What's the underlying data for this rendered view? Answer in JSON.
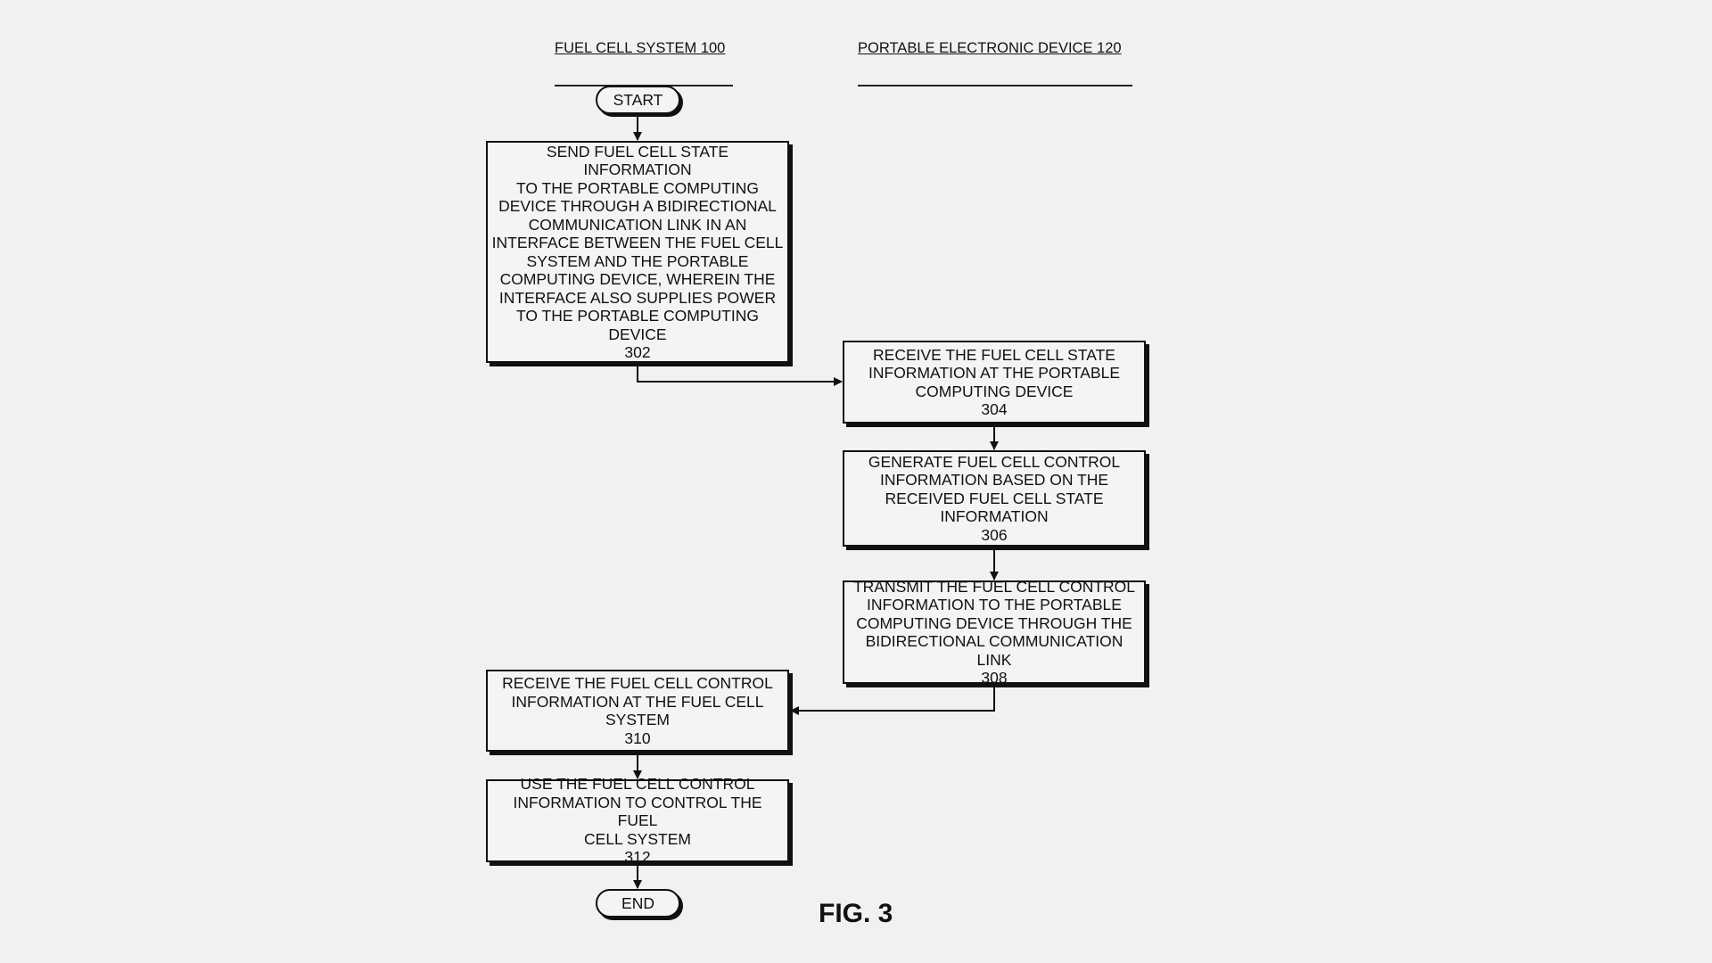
{
  "lanes": {
    "left": "FUEL CELL SYSTEM 100",
    "right": "PORTABLE ELECTRONIC DEVICE 120"
  },
  "terminals": {
    "start": "START",
    "end": "END"
  },
  "steps": [
    {
      "id": "302",
      "lane": "left",
      "text": "SEND FUEL CELL STATE INFORMATION\nTO THE PORTABLE COMPUTING\nDEVICE THROUGH A BIDIRECTIONAL\nCOMMUNICATION LINK IN AN\nINTERFACE BETWEEN THE FUEL CELL\nSYSTEM AND THE PORTABLE\nCOMPUTING DEVICE, WHEREIN THE\nINTERFACE ALSO SUPPLIES POWER\nTO THE PORTABLE COMPUTING\nDEVICE"
    },
    {
      "id": "304",
      "lane": "right",
      "text": "RECEIVE THE FUEL CELL STATE\nINFORMATION AT THE PORTABLE\nCOMPUTING DEVICE"
    },
    {
      "id": "306",
      "lane": "right",
      "text": "GENERATE FUEL CELL CONTROL\nINFORMATION BASED ON THE\nRECEIVED FUEL CELL STATE\nINFORMATION"
    },
    {
      "id": "308",
      "lane": "right",
      "text": "TRANSMIT THE FUEL CELL CONTROL\nINFORMATION TO THE PORTABLE\nCOMPUTING DEVICE THROUGH THE\nBIDIRECTIONAL COMMUNICATION LINK"
    },
    {
      "id": "310",
      "lane": "left",
      "text": "RECEIVE THE FUEL CELL CONTROL\nINFORMATION AT THE FUEL CELL\nSYSTEM"
    },
    {
      "id": "312",
      "lane": "left",
      "text": "USE THE FUEL CELL CONTROL\nINFORMATION TO CONTROL THE FUEL\nCELL SYSTEM"
    }
  ],
  "flow": [
    [
      "START",
      "302"
    ],
    [
      "302",
      "304"
    ],
    [
      "304",
      "306"
    ],
    [
      "306",
      "308"
    ],
    [
      "308",
      "310"
    ],
    [
      "310",
      "312"
    ],
    [
      "312",
      "END"
    ]
  ],
  "figure_label": "FIG. 3"
}
